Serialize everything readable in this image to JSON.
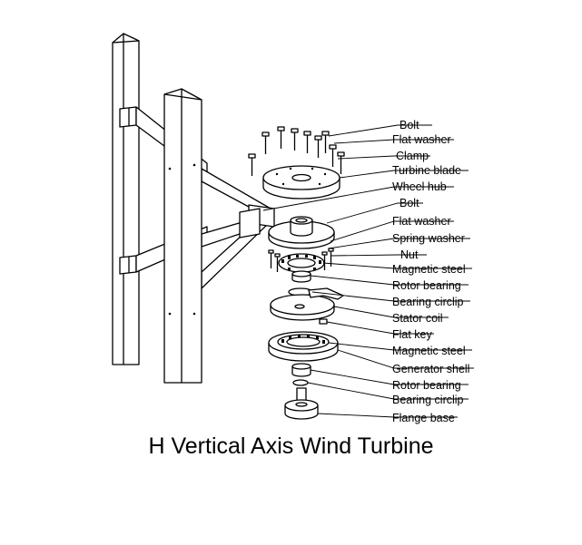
{
  "diagram": {
    "caption": "H Vertical Axis Wind Turbine",
    "parts": [
      "Bolt",
      "Flat washer",
      "Clamp",
      "Turbine blade",
      "Wheel hub",
      "Bolt",
      "Flat washer",
      "Spring washer",
      "Nut",
      "Magnetic steel",
      "Rotor bearing",
      "Bearing circlip",
      "Stator coil",
      "Flat key",
      "Magnetic steel",
      "Generator shell",
      "Rotor bearing",
      "Bearing circlip",
      "Flange base"
    ]
  }
}
